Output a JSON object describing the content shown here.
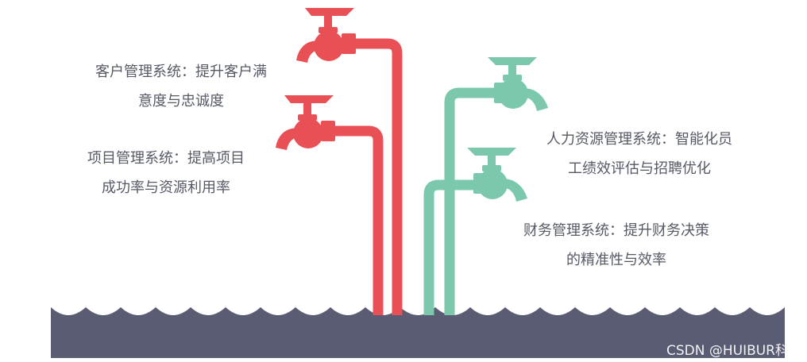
{
  "diagram": {
    "colors": {
      "red": "#e85056",
      "green": "#7bc8ad",
      "water": "#595c73",
      "text": "#555a66",
      "background": "#ffffff"
    },
    "icons": {
      "faucet": "faucet-icon",
      "wave": "water-wave"
    },
    "systems": [
      {
        "color": "red",
        "lines": [
          "客户管理系统：提升客户满",
          "意度与忠诚度"
        ]
      },
      {
        "color": "red",
        "lines": [
          "项目管理系统：提高项目",
          "成功率与资源利用率"
        ]
      },
      {
        "color": "green",
        "lines": [
          "人力资源管理系统：智能化员",
          "工绩效评估与招聘优化"
        ]
      },
      {
        "color": "green",
        "lines": [
          "财务管理系统：提升财务决策",
          "的精准性与效率"
        ]
      }
    ]
  },
  "watermark": "CSDN @HUIBUR科技"
}
